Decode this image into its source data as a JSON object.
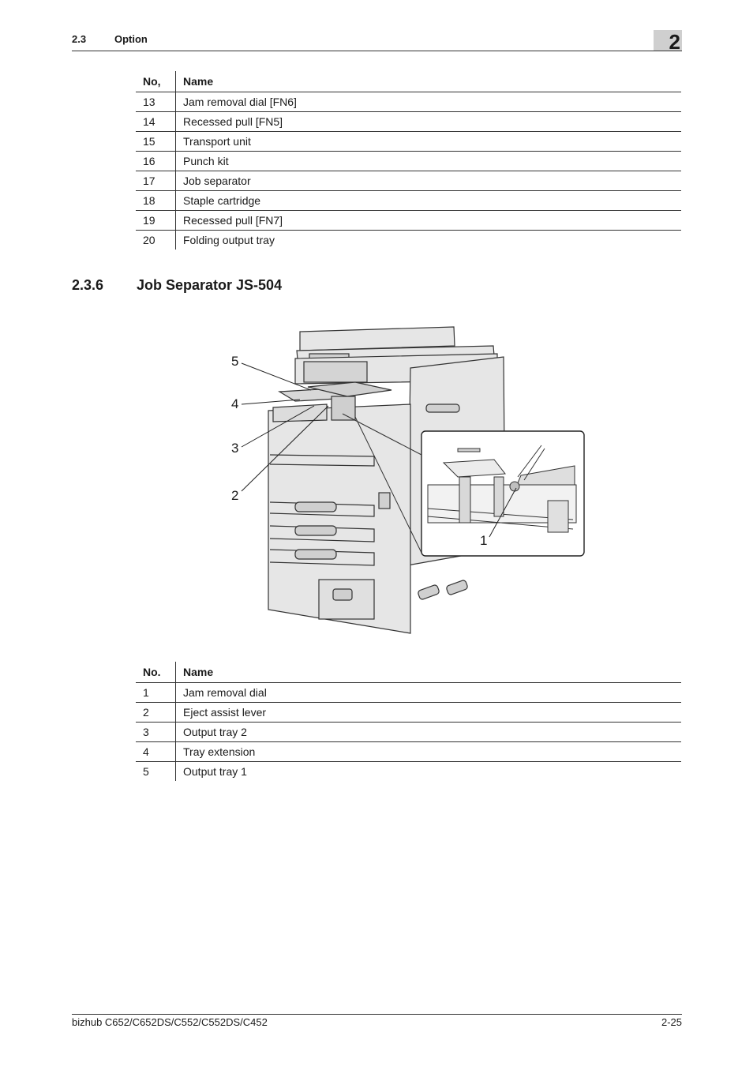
{
  "header": {
    "section_number": "2.3",
    "section_title": "Option",
    "chapter_number": "2"
  },
  "table1": {
    "col_no": "No,",
    "col_name": "Name",
    "rows": [
      {
        "no": "13",
        "name": "Jam removal dial [FN6]"
      },
      {
        "no": "14",
        "name": "Recessed pull [FN5]"
      },
      {
        "no": "15",
        "name": "Transport unit"
      },
      {
        "no": "16",
        "name": "Punch kit"
      },
      {
        "no": "17",
        "name": "Job separator"
      },
      {
        "no": "18",
        "name": "Staple cartridge"
      },
      {
        "no": "19",
        "name": "Recessed pull [FN7]"
      },
      {
        "no": "20",
        "name": "Folding output tray"
      }
    ]
  },
  "section": {
    "number": "2.3.6",
    "title": "Job Separator JS-504"
  },
  "figure": {
    "callouts": [
      "5",
      "4",
      "3",
      "2",
      "1"
    ]
  },
  "table2": {
    "col_no": "No.",
    "col_name": "Name",
    "rows": [
      {
        "no": "1",
        "name": "Jam removal dial"
      },
      {
        "no": "2",
        "name": "Eject assist lever"
      },
      {
        "no": "3",
        "name": "Output tray 2"
      },
      {
        "no": "4",
        "name": "Tray extension"
      },
      {
        "no": "5",
        "name": "Output tray 1"
      }
    ]
  },
  "footer": {
    "model": "bizhub C652/C652DS/C552/C552DS/C452",
    "page": "2-25"
  }
}
